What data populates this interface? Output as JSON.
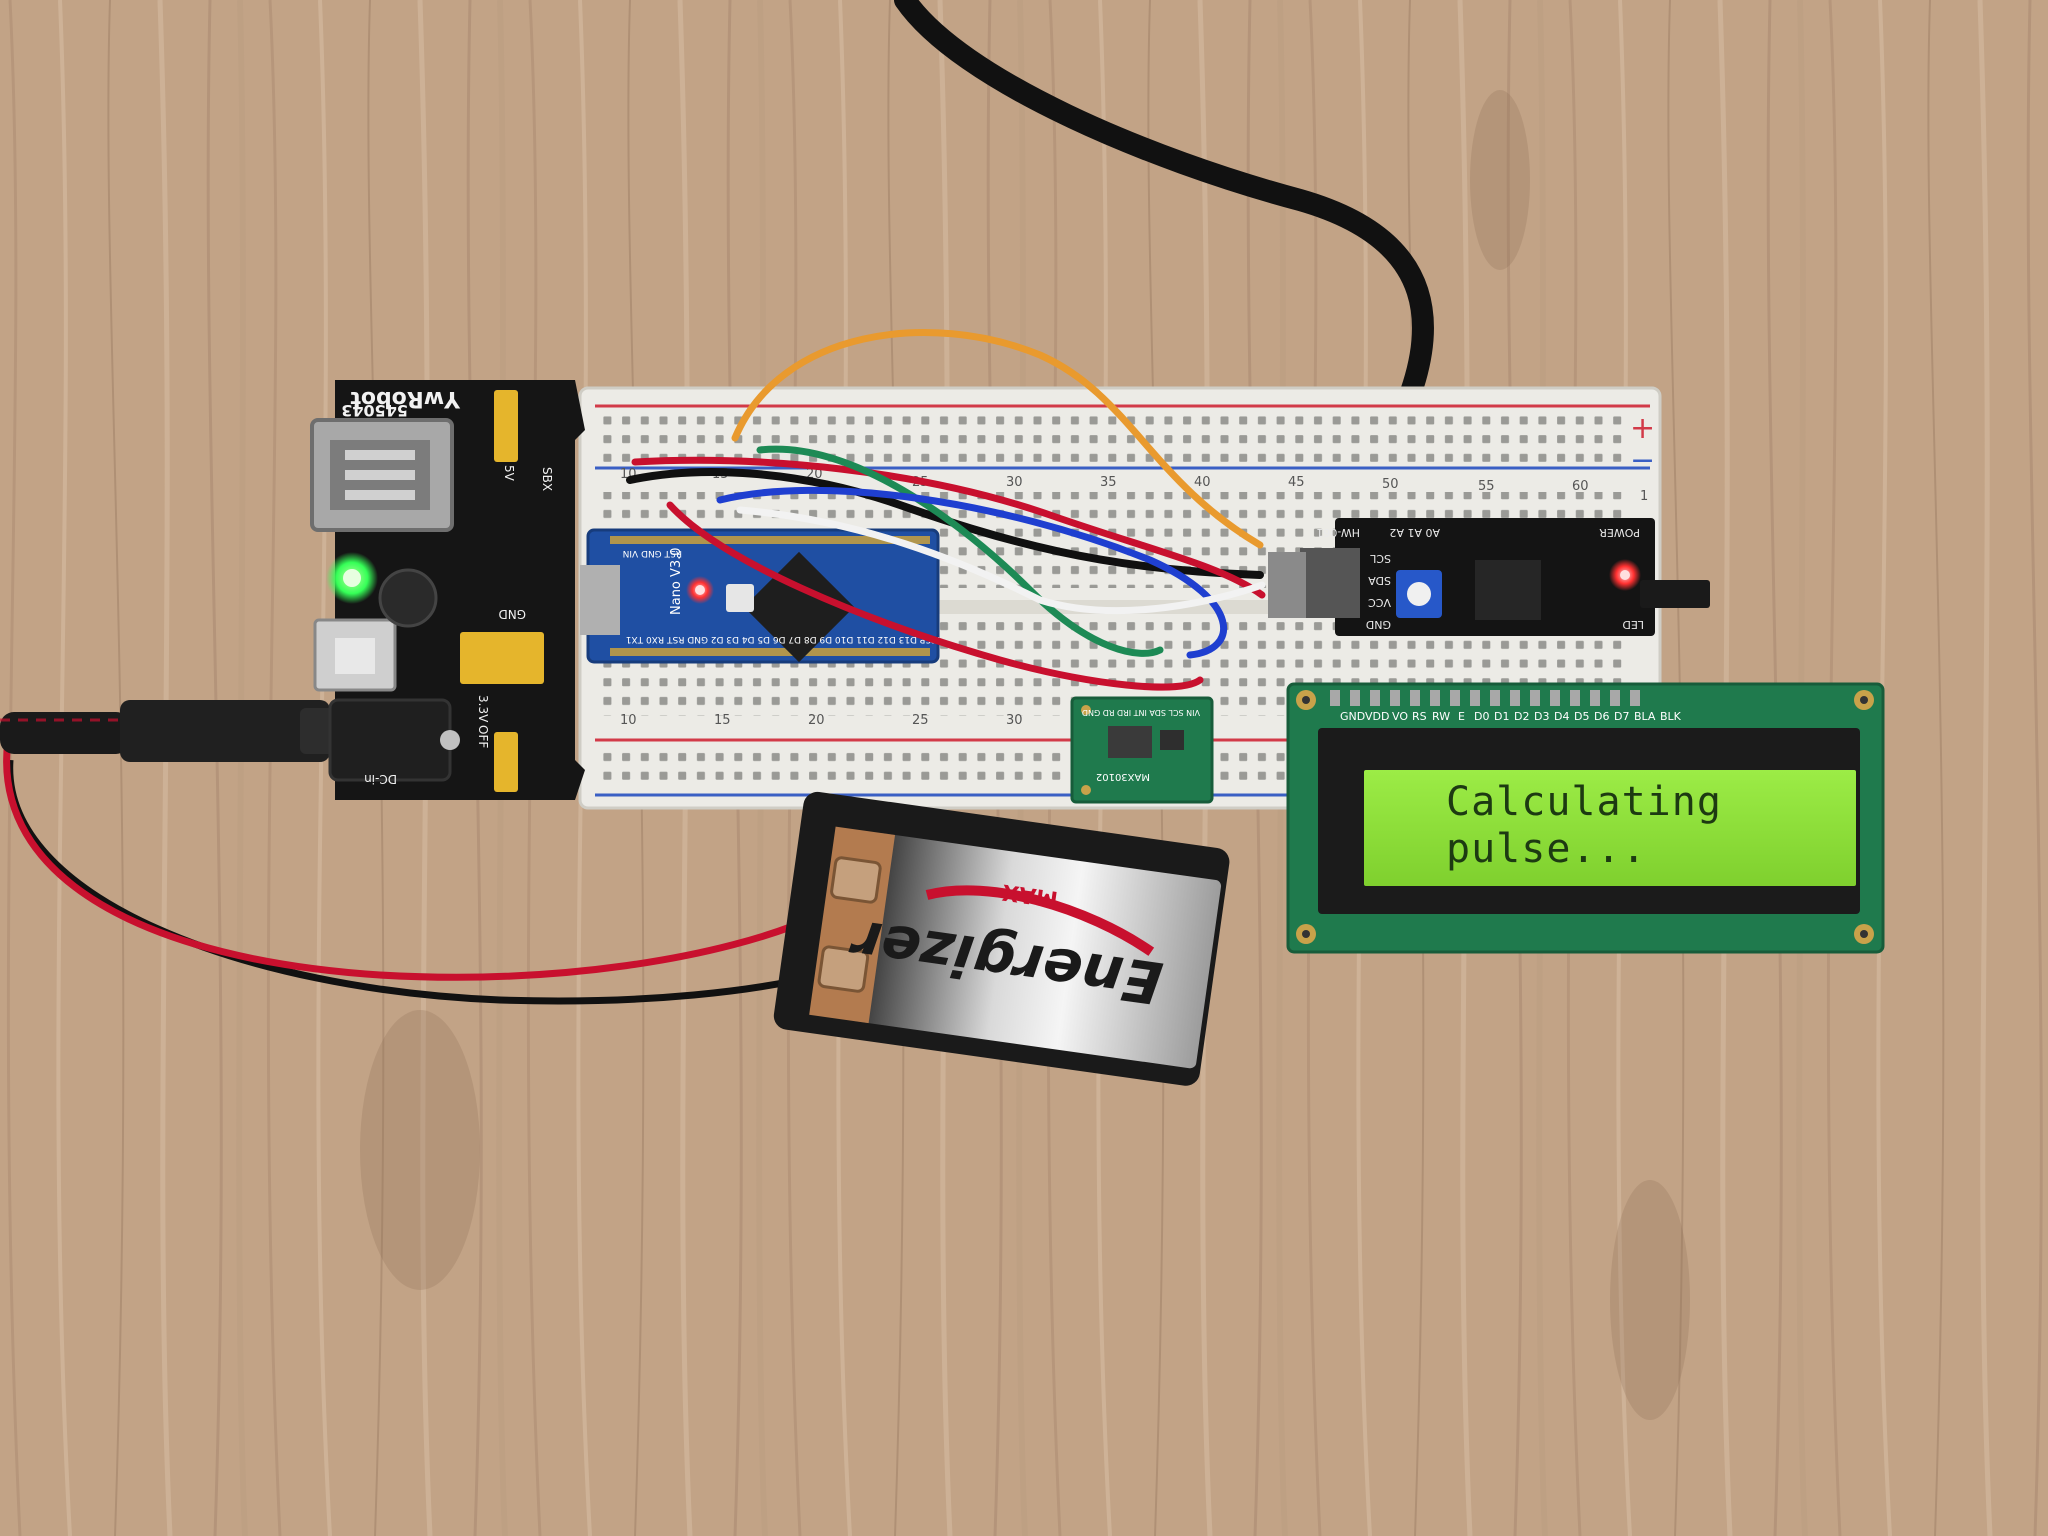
{
  "colors": {
    "wood": "#bf9f82",
    "wood_dark": "#a4836a",
    "breadboard": "#ecebe6",
    "rail_red": "#d23a48",
    "rail_blue": "#3a5fc4",
    "pcb_black": "#151515",
    "pcb_blue": "#1f4fa3",
    "pcb_green": "#1f7a4d",
    "lcd_green": "#8fe23a",
    "lcd_text": "#1d3a12",
    "wire_orange": "#e99a2e",
    "wire_red": "#c8102e",
    "wire_green": "#1d8a55",
    "wire_blue": "#1f3fd0",
    "wire_white": "#f2f2f2",
    "wire_black": "#101010",
    "led_green": "#35ff57",
    "led_red": "#ff3030",
    "battery_copper": "#b37b4f"
  },
  "breadboard": {
    "plus_label": "+",
    "minus_label": "−",
    "column_numbers_top": [
      "10",
      "15",
      "20",
      "25",
      "30",
      "35",
      "40",
      "45",
      "50",
      "55",
      "60",
      "1"
    ],
    "column_numbers_bottom": [
      "10",
      "15",
      "20",
      "25",
      "30"
    ]
  },
  "power_module": {
    "brand": "YwRobot",
    "model": "545043",
    "labels": [
      "5V",
      "3.3V",
      "OFF",
      "GND",
      "SBX",
      "DC-in"
    ],
    "led_state": "on"
  },
  "arduino": {
    "label": "Nano V3.0",
    "pin_labels_top": "RST GND VIN",
    "pin_labels_bottom": "ICSP D13 D12 D11 D10 D9 D8 D7 D6 D5 D4 D3 D2 GND RST RX0 TX1"
  },
  "i2c_backpack": {
    "model": "HW-061",
    "labels": [
      "A0 A1 A2",
      "GND",
      "VCC",
      "SDA",
      "SCL",
      "LED",
      "POWER"
    ]
  },
  "sensor": {
    "model": "MAX30102",
    "pin_labels": "VIN SCL SDA INT IRD RD GND"
  },
  "lcd": {
    "pin_labels": [
      "GND",
      "VDD",
      "VO",
      "RS",
      "RW",
      "E",
      "D0",
      "D1",
      "D2",
      "D3",
      "D4",
      "D5",
      "D6",
      "D7",
      "BLA",
      "BLK"
    ],
    "line1": "Calculating",
    "line2": "pulse..."
  },
  "battery": {
    "brand": "Energizer",
    "sub_brand": "MAX"
  }
}
